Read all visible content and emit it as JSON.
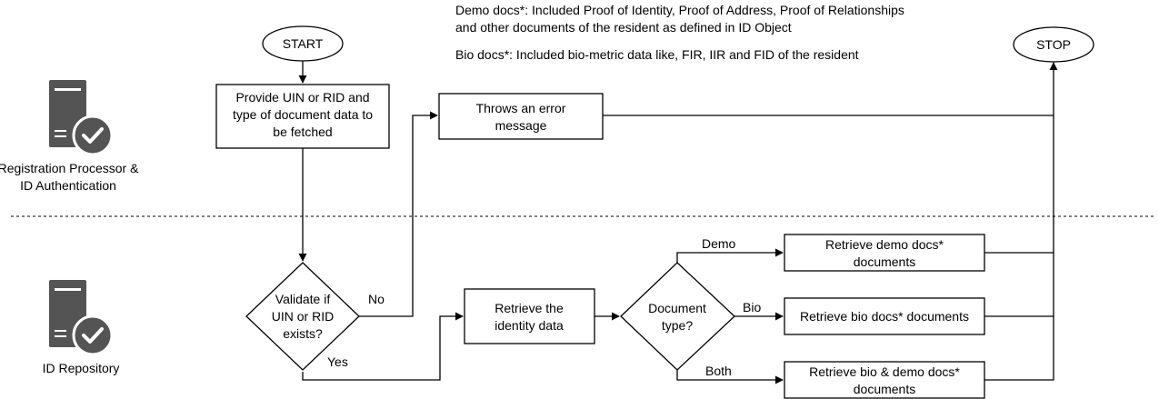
{
  "notes": {
    "demo_line1": "Demo docs*: Included Proof of Identity, Proof of Address, Proof of Relationships",
    "demo_line2": "and other documents of the resident as defined in ID Object",
    "bio": "Bio docs*: Included bio-metric data like, FIR, IIR and FID of the resident"
  },
  "lanes": {
    "top_label_line1": "Registration Processor &",
    "top_label_line2": "ID Authentication",
    "bottom_label": "ID Repository"
  },
  "icons": {
    "top_lane": "server-check-icon",
    "bottom_lane": "server-check-icon"
  },
  "nodes": {
    "start": "START",
    "stop": "STOP",
    "provide_line1": "Provide UIN or RID and",
    "provide_line2": "type of document data to",
    "provide_line3": "be fetched",
    "error_line1": "Throws an error",
    "error_line2": "message",
    "validate_line1": "Validate if",
    "validate_line2": "UIN or RID",
    "validate_line3": "exists?",
    "retrieve_identity_line1": "Retrieve the",
    "retrieve_identity_line2": "identity data",
    "doctype_line1": "Document",
    "doctype_line2": "type?",
    "retrieve_demo_line1": "Retrieve demo docs*",
    "retrieve_demo_line2": "documents",
    "retrieve_bio": "Retrieve bio docs* documents",
    "retrieve_both_line1": "Retrieve bio & demo docs*",
    "retrieve_both_line2": "documents"
  },
  "edge_labels": {
    "no": "No",
    "yes": "Yes",
    "demo": "Demo",
    "bio": "Bio",
    "both": "Both"
  }
}
